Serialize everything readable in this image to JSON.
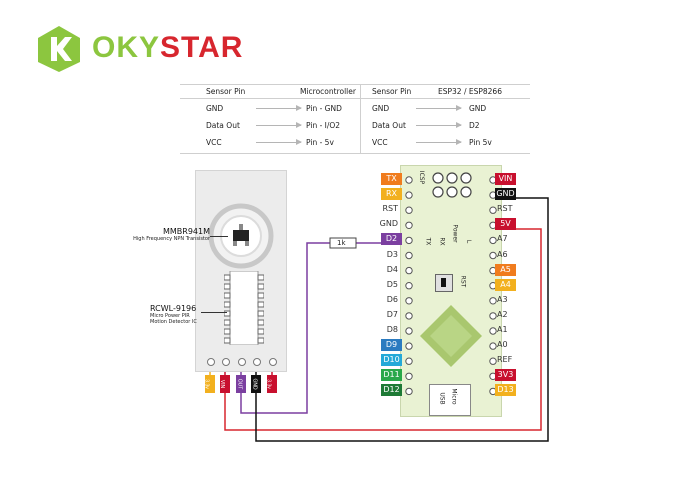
{
  "brand": {
    "name_part1": "OKY",
    "name_part2": "STAR",
    "color_green": "#8cc63f",
    "color_red": "#d7262e"
  },
  "mapping": {
    "left": {
      "header_from": "Sensor Pin",
      "header_to": "Microcontroller",
      "rows": [
        {
          "from": "GND",
          "to": "Pin - GND"
        },
        {
          "from": "Data Out",
          "to": "Pin - I/O2"
        },
        {
          "from": "VCC",
          "to": "Pin - 5v"
        }
      ]
    },
    "right": {
      "header_from": "Sensor Pin",
      "header_to": "ESP32 / ESP8266",
      "rows": [
        {
          "from": "GND",
          "to": "GND"
        },
        {
          "from": "Data Out",
          "to": "D2"
        },
        {
          "from": "VCC",
          "to": "Pin 5v"
        }
      ]
    }
  },
  "sensor": {
    "transistor_label": "MMBR941M",
    "transistor_desc": "High Frequency NPN Transistor",
    "ic_label": "RCWL-9196",
    "ic_desc_line1": "Micro Power PIR",
    "ic_desc_line2": "Motion Detector IC",
    "pins": [
      {
        "label": "3.3v",
        "color": "#f2b01e"
      },
      {
        "label": "VIN",
        "color": "#c8102e"
      },
      {
        "label": "OUT",
        "color": "#7b3fa0"
      },
      {
        "label": "GND",
        "color": "#111111"
      },
      {
        "label": "3.3v",
        "color": "#c8102e"
      }
    ]
  },
  "resistor_label": "1k",
  "board": {
    "left_pins": [
      {
        "label": "TX",
        "color": "#f07c1e"
      },
      {
        "label": "RX",
        "color": "#f2b01e"
      },
      {
        "label": "RST",
        "color": ""
      },
      {
        "label": "GND",
        "color": ""
      },
      {
        "label": "D2",
        "color": "#7b3fa0"
      },
      {
        "label": "D3",
        "color": ""
      },
      {
        "label": "D4",
        "color": ""
      },
      {
        "label": "D5",
        "color": ""
      },
      {
        "label": "D6",
        "color": ""
      },
      {
        "label": "D7",
        "color": ""
      },
      {
        "label": "D8",
        "color": ""
      },
      {
        "label": "D9",
        "color": "#2b7bc0"
      },
      {
        "label": "D10",
        "color": "#24a9d8"
      },
      {
        "label": "D11",
        "color": "#2aa84a"
      },
      {
        "label": "D12",
        "color": "#1e7a36"
      }
    ],
    "right_pins": [
      {
        "label": "VIN",
        "color": "#c8102e"
      },
      {
        "label": "GND",
        "color": "#111111"
      },
      {
        "label": "RST",
        "color": ""
      },
      {
        "label": "5V",
        "color": "#c8102e"
      },
      {
        "label": "A7",
        "color": ""
      },
      {
        "label": "A6",
        "color": ""
      },
      {
        "label": "A5",
        "color": "#f07c1e"
      },
      {
        "label": "A4",
        "color": "#f2b01e"
      },
      {
        "label": "A3",
        "color": ""
      },
      {
        "label": "A2",
        "color": ""
      },
      {
        "label": "A1",
        "color": ""
      },
      {
        "label": "A0",
        "color": ""
      },
      {
        "label": "REF",
        "color": ""
      },
      {
        "label": "3V3",
        "color": "#c8102e"
      },
      {
        "label": "D13",
        "color": "#f2b01e"
      }
    ],
    "icsp": "ICSP",
    "tx": "TX",
    "rx": "RX",
    "power": "Power",
    "l": "L",
    "rst_button": "RST",
    "usb_line1": "Micro",
    "usb_line2": "USB",
    "color_body": "#e9f2d3",
    "color_chip": "#a9c76e"
  }
}
